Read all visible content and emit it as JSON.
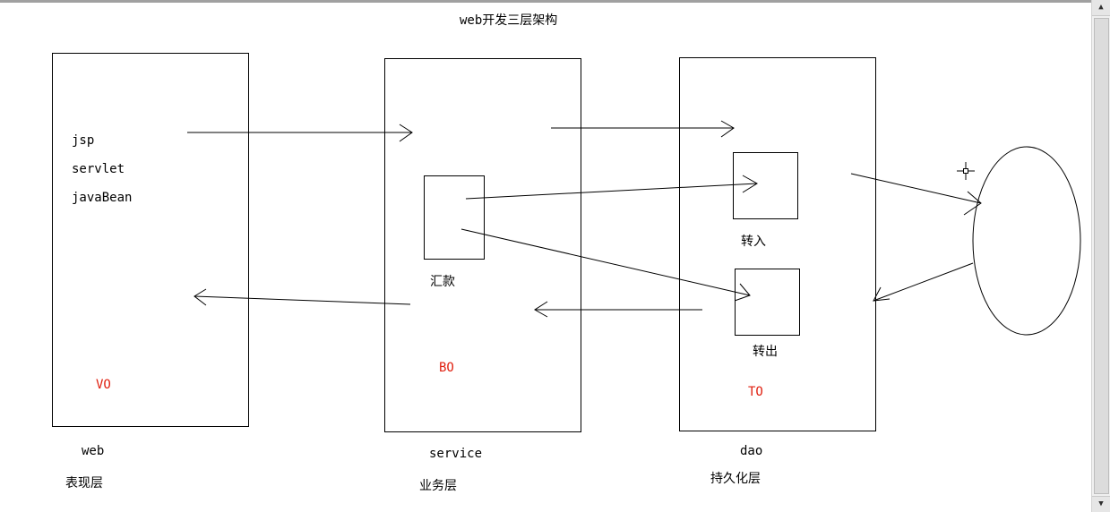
{
  "title": "web开发三层架构",
  "web_layer": {
    "items": [
      "jsp",
      "servlet",
      "javaBean"
    ],
    "object": "VO",
    "name": "web",
    "caption": "表现层"
  },
  "service_layer": {
    "inner_label": "汇款",
    "object": "BO",
    "name": "service",
    "caption": "业务层"
  },
  "dao_layer": {
    "in_label": "转入",
    "out_label": "转出",
    "object": "TO",
    "name": "dao",
    "caption": "持久化层"
  },
  "colors": {
    "line": "#000000",
    "object_label": "#e02010"
  }
}
